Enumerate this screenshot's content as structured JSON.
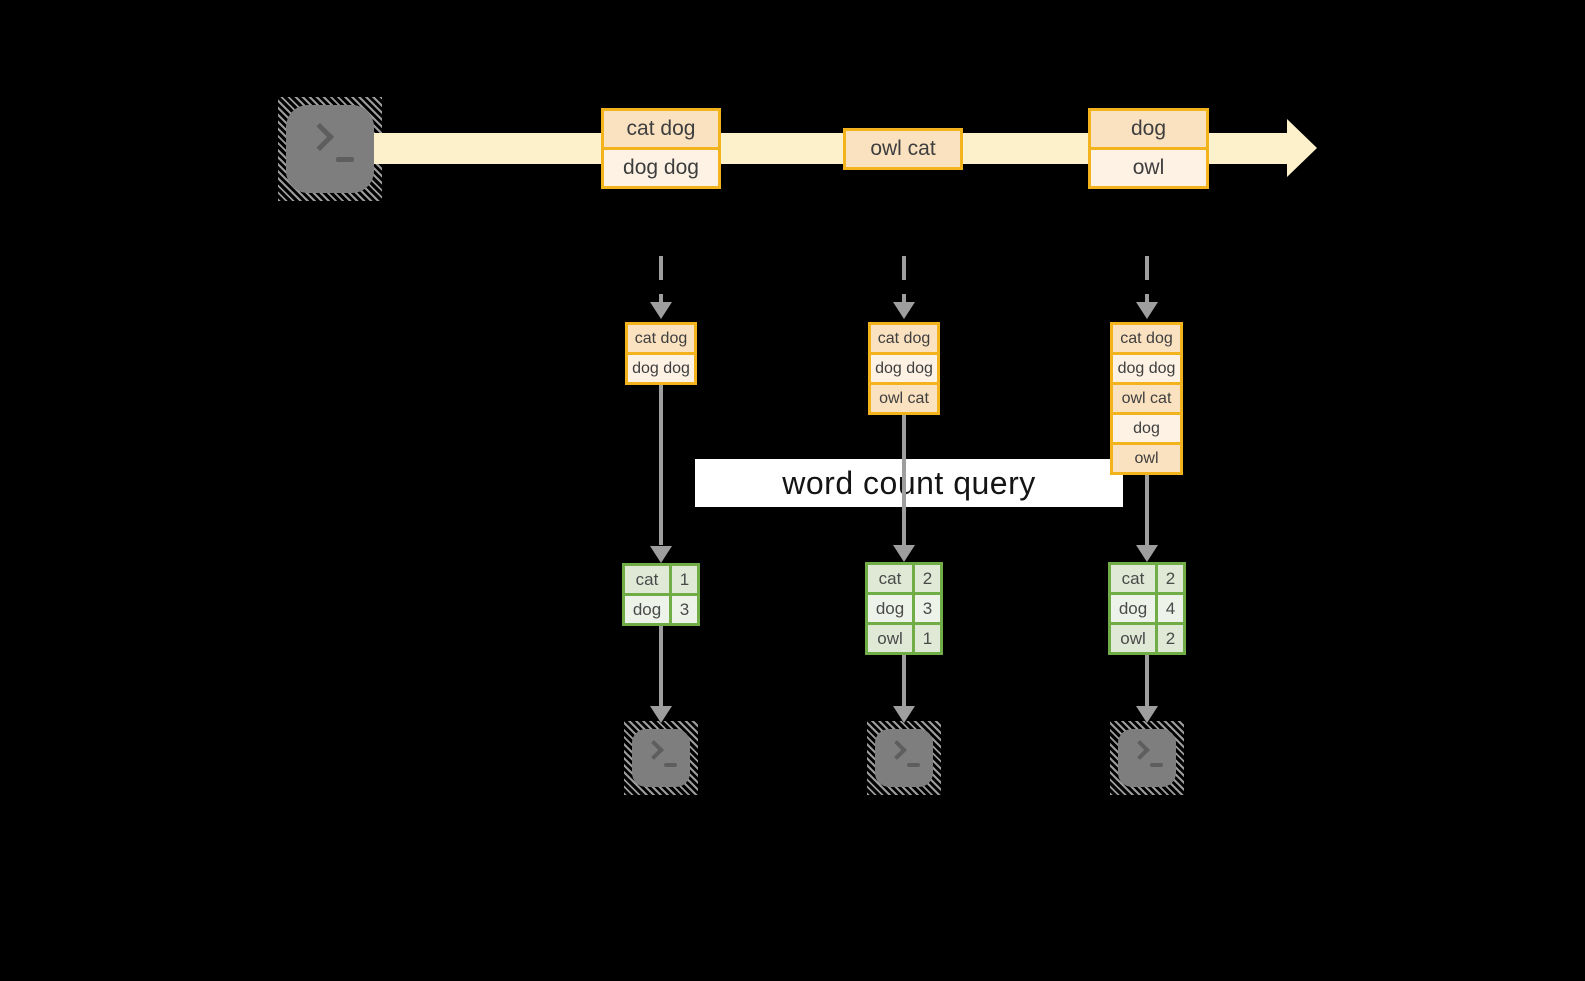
{
  "query": {
    "label": "word count query"
  },
  "stream": {
    "batches": [
      {
        "rows": [
          "cat dog",
          "dog dog"
        ]
      },
      {
        "rows": [
          "owl cat"
        ]
      },
      {
        "rows": [
          "dog",
          "owl"
        ]
      }
    ]
  },
  "micro_batches": [
    {
      "rows": [
        "cat dog",
        "dog dog"
      ]
    },
    {
      "rows": [
        "cat dog",
        "dog dog",
        "owl cat"
      ]
    },
    {
      "rows": [
        "cat dog",
        "dog dog",
        "owl cat",
        "dog",
        "owl"
      ]
    }
  ],
  "results": [
    {
      "rows": [
        [
          "cat",
          "1"
        ],
        [
          "dog",
          "3"
        ]
      ]
    },
    {
      "rows": [
        [
          "cat",
          "2"
        ],
        [
          "dog",
          "3"
        ],
        [
          "owl",
          "1"
        ]
      ]
    },
    {
      "rows": [
        [
          "cat",
          "2"
        ],
        [
          "dog",
          "4"
        ],
        [
          "owl",
          "2"
        ]
      ]
    }
  ],
  "colors": {
    "background": "#000000",
    "stream_band": "#fdf1cb",
    "box_border": "#f2b31c",
    "box_row_dark": "#fae2c1",
    "box_row_light": "#fdf2e4",
    "table_border": "#70ad47",
    "table_cell_dark": "#dfe9d5",
    "table_cell_light": "#eef3ea",
    "arrow_gray": "#9e9e9e",
    "terminal_gray": "#7e7e7e",
    "query_banner_bg": "#ffffff",
    "text_dark": "#3e3e3e"
  }
}
